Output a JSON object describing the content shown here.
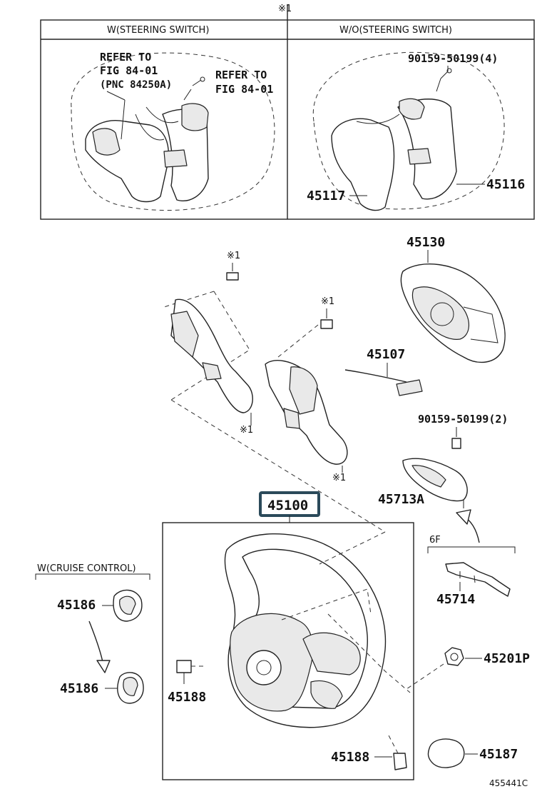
{
  "inset": {
    "note_mark": "※1",
    "left_header": "W(STEERING SWITCH)",
    "right_header": "W/O(STEERING SWITCH)",
    "refer1_l1": "REFER TO",
    "refer1_l2": "FIG 84-01",
    "refer1_l3": "(PNC 84250A)",
    "refer2_l1": "REFER TO",
    "refer2_l2": "FIG 84-01",
    "bolt_label": "90159-50199(4)",
    "pad_right": "45116",
    "pad_left": "45117"
  },
  "parts": {
    "mark_1": "※1",
    "mark_2": "※1",
    "mark_3": "※1",
    "mark_4": "※1",
    "airbag": "45130",
    "wire": "45107",
    "bolt2": "90159-50199(2)",
    "cover": "45713A",
    "wheel": "45100",
    "variant": "6F",
    "bracket": "45714",
    "cruise_header": "W(CRUISE CONTROL)",
    "cruise_a": "45186",
    "cruise_b": "45186",
    "screw_a": "45188",
    "screw_b": "45188",
    "nut": "45201P",
    "cap": "45187",
    "ref_code": "455441C"
  }
}
